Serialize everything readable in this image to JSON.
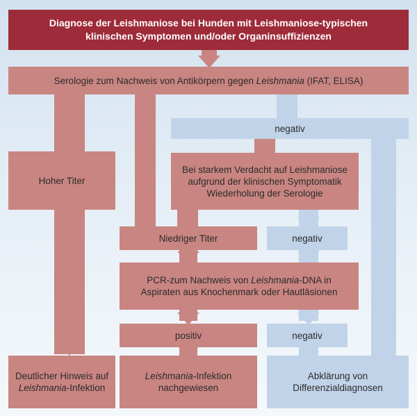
{
  "title": {
    "line1": "Diagnose der Leishmaniose bei Hunden mit Leishmaniose-typischen",
    "line2": "klinischen Symptomen und/oder Organinsuffizienzen"
  },
  "serology": {
    "prefix": "Serologie zum Nachweis von Antikörpern gegen ",
    "italic": "Leishmania",
    "suffix": " (IFAT, ELISA)"
  },
  "negativ_1": "negativ",
  "hoher_titer": "Hoher Titer",
  "repeat": {
    "line1": "Bei starkem Verdacht auf Leishmaniose",
    "line2": "aufgrund der klinischen Symptomatik",
    "line3": "Wiederholung der Serologie"
  },
  "niedriger_titer": "Niedriger Titer",
  "negativ_2": "negativ",
  "pcr": {
    "line1_prefix": "PCR-zum Nachweis von ",
    "line1_italic": "Leishmania",
    "line1_suffix": "-DNA in",
    "line2": "Aspiraten aus Knochenmark oder Hautläsionen"
  },
  "positiv": "positiv",
  "negativ_3": "negativ",
  "hinweis": {
    "line1": "Deutlicher Hinweis auf",
    "line2_italic": "Leishmania",
    "line2_suffix": "-Infektion"
  },
  "infektion": {
    "line1_italic": "Leishmania",
    "line1_suffix": "-Infektion",
    "line2": "nachgewiesen"
  },
  "abklaerung": {
    "line1": "Abklärung von",
    "line2": "Differenzialdiagnosen"
  },
  "colors": {
    "title_bg": "#9e2b39",
    "red_path": "#c98581",
    "blue_path": "#c0d3e8",
    "background": "#d3e2ef"
  }
}
